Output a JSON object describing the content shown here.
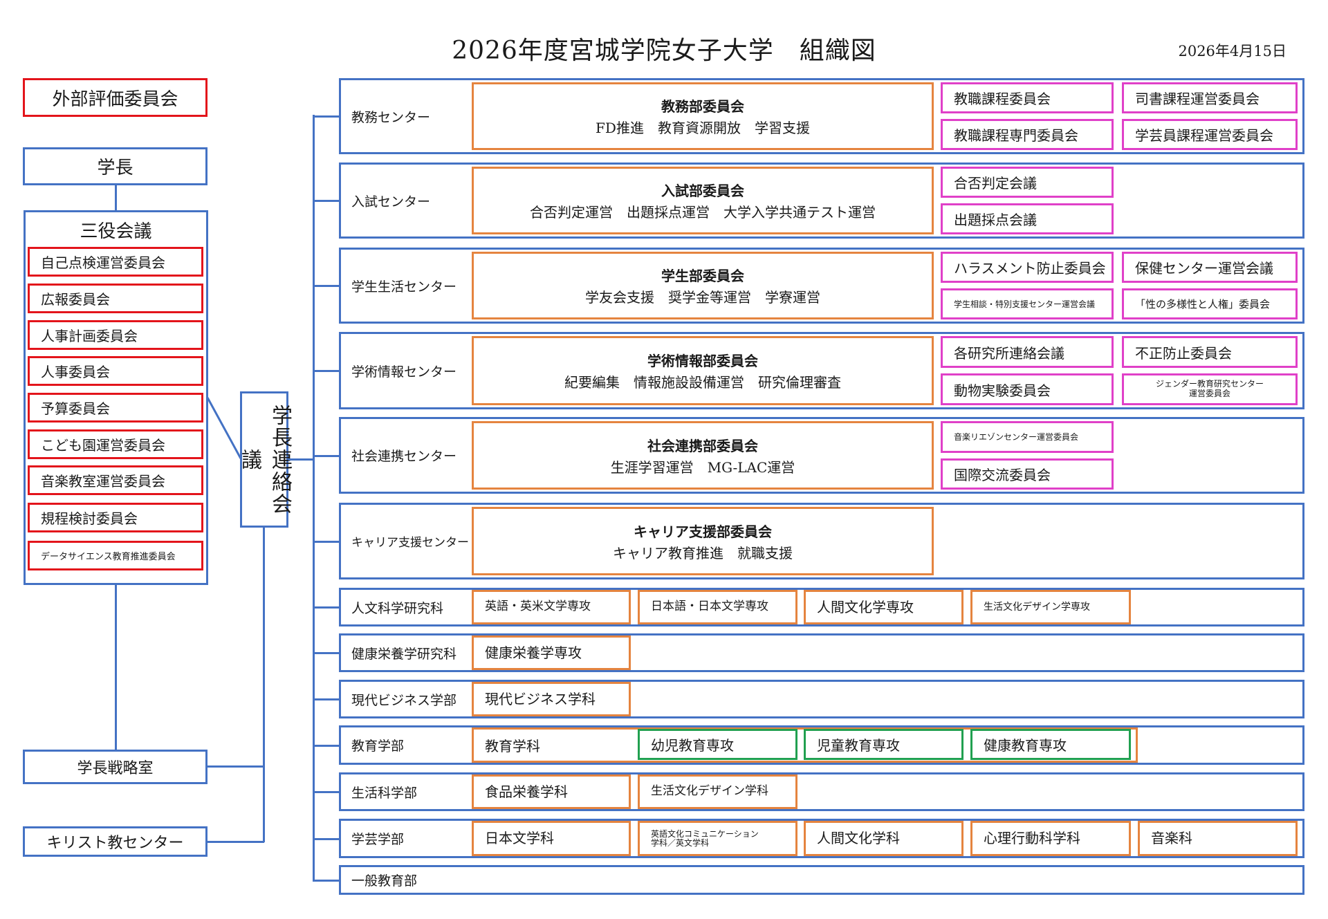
{
  "header": {
    "title": "2026年度宮城学院女子大学　組織図",
    "date": "2026年4月15日"
  },
  "left": {
    "external_review": "外部評価委員会",
    "president": "学長",
    "sanyaku": {
      "title": "三役会議",
      "committees": [
        "自己点検運営委員会",
        "広報委員会",
        "人事計画委員会",
        "人事委員会",
        "予算委員会",
        "こども園運営委員会",
        "音楽教室運営委員会",
        "規程検討委員会",
        "データサイエンス教育推進委員会"
      ]
    },
    "liaison": "学長連絡会議",
    "strategy_office": "学長戦略室",
    "christian_center": "キリスト教センター"
  },
  "centers": [
    {
      "name": "教務センター",
      "committee": "教務部委員会",
      "duties": "FD推進　教育資源開放　学習支援",
      "subs": [
        "教職課程委員会",
        "司書課程運営委員会",
        "教職課程専門委員会",
        "学芸員課程運営委員会"
      ]
    },
    {
      "name": "入試センター",
      "committee": "入試部委員会",
      "duties": "合否判定運営　出題採点運営　大学入学共通テスト運営",
      "subs": [
        "合否判定会議",
        "出題採点会議"
      ]
    },
    {
      "name": "学生生活センター",
      "committee": "学生部委員会",
      "duties": "学友会支援　奨学金等運営　学寮運営",
      "subs": [
        "ハラスメント防止委員会",
        "保健センター運営会議",
        "学生相談・特別支援センター運営会議",
        "「性の多様性と人権」委員会"
      ]
    },
    {
      "name": "学術情報センター",
      "committee": "学術情報部委員会",
      "duties": "紀要編集　情報施設設備運営　研究倫理審査",
      "subs": [
        "各研究所連絡会議",
        "不正防止委員会",
        "動物実験委員会",
        "ジェンダー教育研究センター\n運営委員会"
      ]
    },
    {
      "name": "社会連携センター",
      "committee": "社会連携部委員会",
      "duties": "生涯学習運営　MG-LAC運営",
      "subs": [
        "音楽リエゾンセンター運営委員会",
        "国際交流委員会"
      ]
    },
    {
      "name": "キャリア支援センター",
      "committee": "キャリア支援部委員会",
      "duties": "キャリア教育推進　就職支援",
      "subs": []
    }
  ],
  "faculties": [
    {
      "name": "人文科学研究科",
      "units": [
        "英語・英米文学専攻",
        "日本語・日本文学専攻",
        "人間文化学専攻",
        "生活文化デザイン学専攻"
      ]
    },
    {
      "name": "健康栄養学研究科",
      "units": [
        "健康栄養学専攻"
      ]
    },
    {
      "name": "現代ビジネス学部",
      "units": [
        "現代ビジネス学科"
      ]
    },
    {
      "name": "教育学部",
      "department": "教育学科",
      "majors": [
        "幼児教育専攻",
        "児童教育専攻",
        "健康教育専攻"
      ]
    },
    {
      "name": "生活科学部",
      "units": [
        "食品栄養学科",
        "生活文化デザイン学科"
      ]
    },
    {
      "name": "学芸学部",
      "units": [
        "日本文学科",
        "英語文化コミュニケーション\n学科／英文学科",
        "人間文化学科",
        "心理行動科学科",
        "音楽科"
      ]
    },
    {
      "name": "一般教育部",
      "units": []
    }
  ],
  "colors": {
    "line_blue": "#4472C4",
    "red": "#E3141B",
    "orange": "#E5843F",
    "pink": "#E040C8",
    "green": "#21A050"
  }
}
